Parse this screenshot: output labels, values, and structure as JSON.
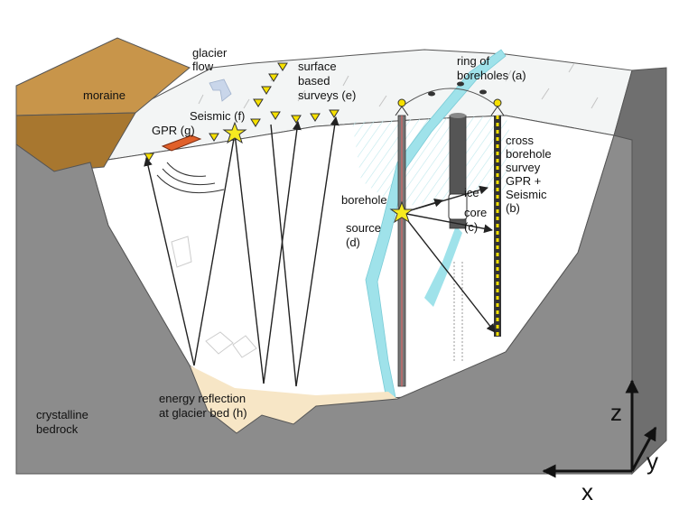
{
  "labels": {
    "moraine": "moraine",
    "glacier_flow_1": "glacier",
    "glacier_flow_2": "flow",
    "surface_1": "surface",
    "surface_2": "based",
    "surface_3": "surveys (e)",
    "ring_1": "ring of",
    "ring_2": "boreholes (a)",
    "seismic": "Seismic (f)",
    "gpr": "GPR (g)",
    "cross_1": "cross",
    "cross_2": "borehole",
    "cross_3": "survey",
    "cross_4": "GPR +",
    "cross_5": "Seismic",
    "cross_6": "(b)",
    "bh_source_1": "borehole",
    "bh_source_2": "source",
    "bh_source_3": "(d)",
    "ice_core_1": "ice",
    "ice_core_2": "core",
    "ice_core_3": "(c)",
    "bedrock_1": "crystalline",
    "bedrock_2": "bedrock",
    "reflection_1": "energy reflection",
    "reflection_2": "at glacier bed (h)"
  },
  "axes": {
    "x": "x",
    "y": "y",
    "z": "z"
  },
  "colors": {
    "bedrock": "#8c8c8c",
    "bedrock_dark": "#6f6f6f",
    "moraine": "#c8954a",
    "ice_surface": "#f4f6f6",
    "ice_body": "#ffffff",
    "meltwater": "#9fe2ea",
    "sediment": "#f6e6c8",
    "marker": "#f6e000",
    "star": "#f7ea20",
    "gpr_sled": "#e0602a"
  },
  "icons": [
    "seismic-star-icon",
    "geophone-marker-icon",
    "gpr-sled-icon",
    "flow-arrow-icon"
  ]
}
